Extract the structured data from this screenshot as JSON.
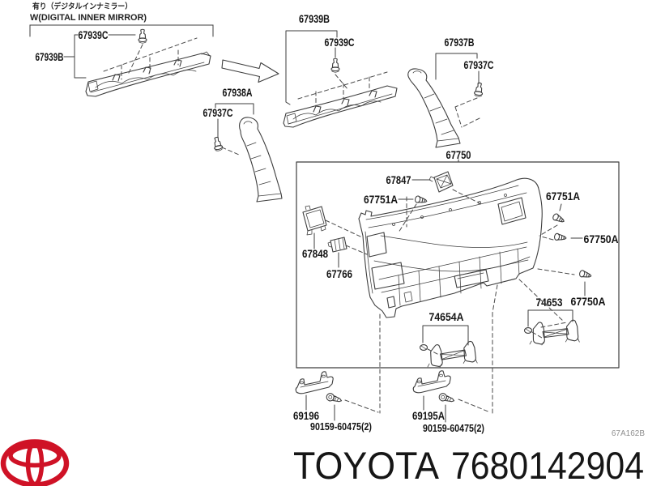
{
  "note": {
    "jp": "有り（デジタルインナミラー）",
    "en": "W(DIGITAL INNER MIRROR)"
  },
  "parts": {
    "p67939b": "67939B",
    "p67939c": "67939C",
    "p67938a": "67938A",
    "p67937b": "67937B",
    "p67937c": "67937C",
    "p67750": "67750",
    "p67847": "67847",
    "p67751a": "67751A",
    "p67750a": "67750A",
    "p67848": "67848",
    "p67766": "67766",
    "p74653": "74653",
    "p74654a": "74654A",
    "p69196": "69196",
    "p69195a": "69195A",
    "p90159": "90159-60475(2)"
  },
  "footer": {
    "brand": "TOYOTA",
    "part_number": "7680142904",
    "diagram_code": "67A162B"
  },
  "colors": {
    "line": "#3d3d3d",
    "text": "#141414",
    "logo_red": "#cf1226"
  }
}
